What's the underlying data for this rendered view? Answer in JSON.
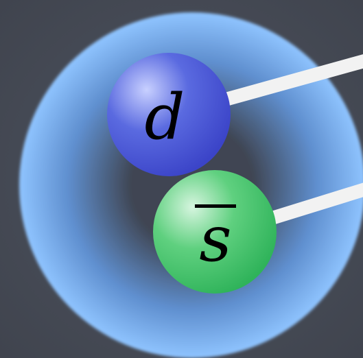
{
  "colors": {
    "background": "#4a4f5b",
    "halo_center": "#3f4552",
    "halo_mid": "#5f8fcf",
    "halo_edge": "#8fc4ff",
    "quark_d_light": "#c8d0ff",
    "quark_d_mid": "#5a6ae0",
    "quark_d_dark": "#3b44c8",
    "quark_s_light": "#d6f5df",
    "quark_s_mid": "#5fd07f",
    "quark_s_dark": "#2fb35a",
    "string": "#f2f2f2",
    "label": "#000000"
  },
  "quarks": [
    {
      "id": "d",
      "label": "d",
      "antiquark": false
    },
    {
      "id": "s-bar",
      "label": "s",
      "antiquark": true
    }
  ]
}
